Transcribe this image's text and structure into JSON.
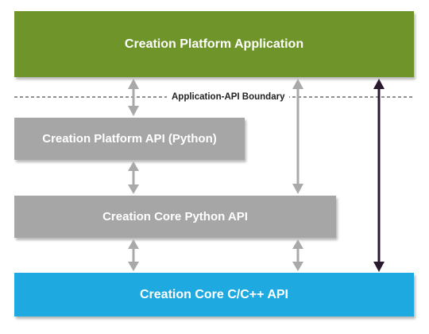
{
  "boxes": {
    "application": "Creation Platform Application",
    "platform_api": "Creation Platform API (Python)",
    "core_python_api": "Creation Core Python API",
    "core_c_api": "Creation Core C/C++ API"
  },
  "boundary": {
    "label": "Application-API Boundary"
  },
  "colors": {
    "application": "#6f952a",
    "api_gray": "#a6a6a6",
    "core_c": "#1ea9e1",
    "gray_arrow": "#a9a9a9",
    "dark_arrow": "#2a1a2e"
  }
}
